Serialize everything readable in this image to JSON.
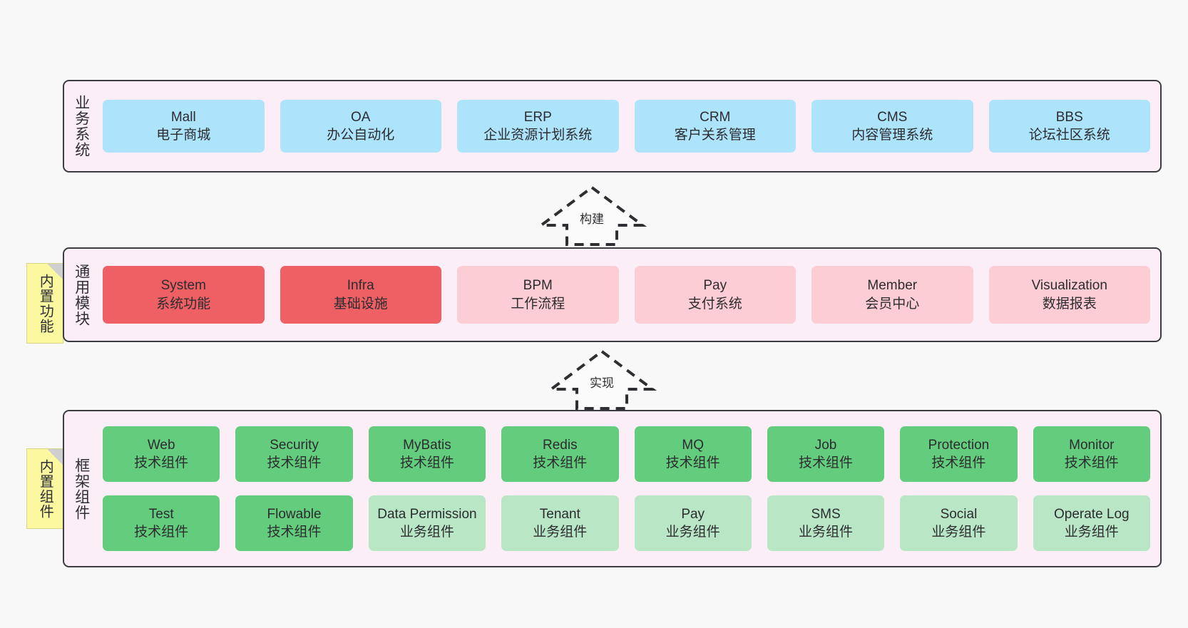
{
  "diagram": {
    "background_color": "#f8f8f8",
    "palette": {
      "layer_bg": "#fbeef6",
      "layer_border": "#3c3c43",
      "blue": "#ade4fb",
      "red": "#ef6065",
      "pink": "#fccdd5",
      "green": "#63cc7d",
      "light_green": "#b9e6c5",
      "note_yellow": "#fbf8a0"
    }
  },
  "layers": [
    {
      "id": "business",
      "title": "业务系统",
      "rows": [
        {
          "cards": [
            {
              "name": "Mall",
              "desc": "电子商城",
              "color": "blue"
            },
            {
              "name": "OA",
              "desc": "办公自动化",
              "color": "blue"
            },
            {
              "name": "ERP",
              "desc": "企业资源计划系统",
              "color": "blue"
            },
            {
              "name": "CRM",
              "desc": "客户关系管理",
              "color": "blue"
            },
            {
              "name": "CMS",
              "desc": "内容管理系统",
              "color": "blue"
            },
            {
              "name": "BBS",
              "desc": "论坛社区系统",
              "color": "blue"
            }
          ]
        }
      ]
    },
    {
      "id": "common",
      "title": "通用模块",
      "note": "内置功能",
      "rows": [
        {
          "cards": [
            {
              "name": "System",
              "desc": "系统功能",
              "color": "red"
            },
            {
              "name": "Infra",
              "desc": "基础设施",
              "color": "red"
            },
            {
              "name": "BPM",
              "desc": "工作流程",
              "color": "pink"
            },
            {
              "name": "Pay",
              "desc": "支付系统",
              "color": "pink"
            },
            {
              "name": "Member",
              "desc": "会员中心",
              "color": "pink"
            },
            {
              "name": "Visualization",
              "desc": "数据报表",
              "color": "pink"
            }
          ]
        }
      ]
    },
    {
      "id": "framework",
      "title": "框架组件",
      "note": "内置组件",
      "rows": [
        {
          "cards": [
            {
              "name": "Web",
              "desc": "技术组件",
              "color": "green"
            },
            {
              "name": "Security",
              "desc": "技术组件",
              "color": "green"
            },
            {
              "name": "MyBatis",
              "desc": "技术组件",
              "color": "green"
            },
            {
              "name": "Redis",
              "desc": "技术组件",
              "color": "green"
            },
            {
              "name": "MQ",
              "desc": "技术组件",
              "color": "green"
            },
            {
              "name": "Job",
              "desc": "技术组件",
              "color": "green"
            },
            {
              "name": "Protection",
              "desc": "技术组件",
              "color": "green"
            },
            {
              "name": "Monitor",
              "desc": "技术组件",
              "color": "green"
            }
          ]
        },
        {
          "cards": [
            {
              "name": "Test",
              "desc": "技术组件",
              "color": "green"
            },
            {
              "name": "Flowable",
              "desc": "技术组件",
              "color": "green"
            },
            {
              "name": "Data Permission",
              "desc": "业务组件",
              "color": "light_green",
              "wrap": true
            },
            {
              "name": "Tenant",
              "desc": "业务组件",
              "color": "light_green"
            },
            {
              "name": "Pay",
              "desc": "业务组件",
              "color": "light_green"
            },
            {
              "name": "SMS",
              "desc": "业务组件",
              "color": "light_green"
            },
            {
              "name": "Social",
              "desc": "业务组件",
              "color": "light_green"
            },
            {
              "name": "Operate Log",
              "desc": "业务组件",
              "color": "light_green"
            }
          ]
        }
      ]
    }
  ],
  "arrows": [
    {
      "id": "build",
      "label": "构建",
      "direction": "up",
      "style": "dashed-hollow"
    },
    {
      "id": "impl",
      "label": "实现",
      "direction": "up",
      "style": "dashed-hollow"
    }
  ]
}
